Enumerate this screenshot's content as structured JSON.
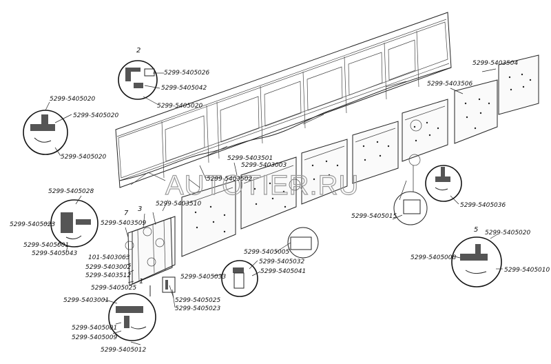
{
  "watermark": "AUTOTIER.RU",
  "callouts": [
    "2",
    "7",
    "3",
    "1",
    "5"
  ],
  "labels": [
    "5299-5405026",
    "5299-5405042",
    "5299-5405020",
    "5299-5405020",
    "5299-5405020",
    "5299-5405020",
    "5299-5405028",
    "5299-5405023",
    "5299-5405001",
    "5299-5405043",
    "5299-5403509",
    "5299-5403510",
    "5299-5403502",
    "5299-5403501",
    "5299-5403003",
    "5299-5403506",
    "5299-5403504",
    "101-5403063",
    "5299-5403002",
    "5299-5403512",
    "5299-5405025",
    "5299-5403001",
    "5299-5405001",
    "5299-5405009",
    "5299-5405012",
    "5299-5405025",
    "5299-5405023",
    "5299-5405033",
    "5299-5405005",
    "5299-5405032",
    "5299-5405041",
    "5299-5405015",
    "5299-5405036",
    "5299-5405020",
    "5299-5405008",
    "5299-5405010"
  ]
}
